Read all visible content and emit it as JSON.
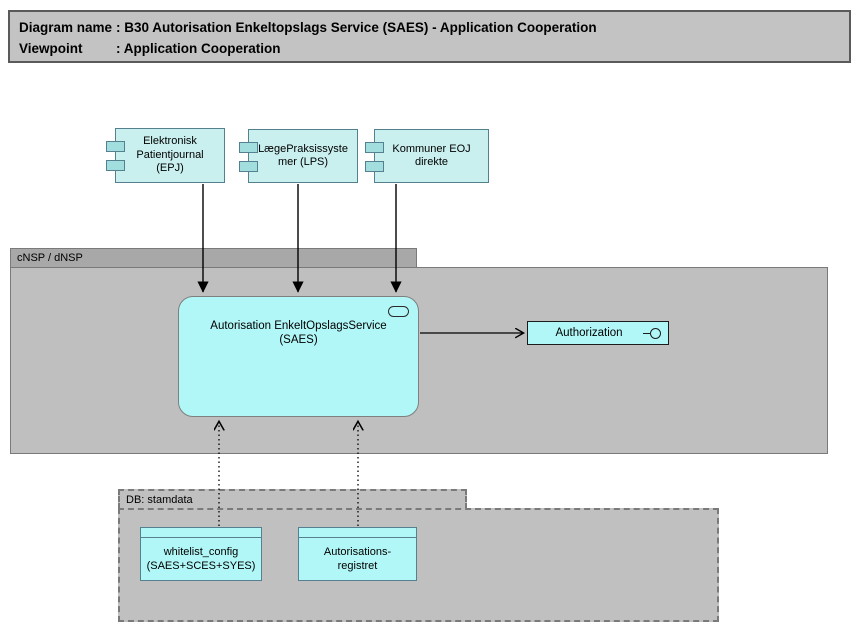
{
  "title_box": {
    "rows": [
      {
        "label": "Diagram name",
        "value": ": B30 Autorisation Enkeltopslags Service (SAES) - Application Cooperation"
      },
      {
        "label": "Viewpoint",
        "value": ": Application Cooperation"
      }
    ]
  },
  "components": [
    {
      "label": "Elektronisk\nPatientjournal\n(EPJ)"
    },
    {
      "label": "LægePraksissyste\nmer (LPS)"
    },
    {
      "label": "Kommuner EOJ\ndirekte"
    }
  ],
  "groups": {
    "cnsp": {
      "label": "cNSP / dNSP"
    },
    "db": {
      "label": "DB: stamdata"
    }
  },
  "service": {
    "label": "Autorisation EnkeltOpslagsService\n(SAES)"
  },
  "interface": {
    "label": "Authorization"
  },
  "data_objects": [
    {
      "label": "whitelist_config\n(SAES+SCES+SYES)"
    },
    {
      "label": "Autorisations-\nregistret"
    }
  ],
  "icons": {
    "component": "component-ports-icon",
    "service": "oval-service-icon",
    "interface": "lollipop-interface-icon"
  },
  "colors": {
    "component_fill": "#c9f0ef",
    "component_port_fill": "#a2dedd",
    "component_border": "#54808f",
    "service_fill": "#b2f7f7",
    "group_tab_fill": "#a8a8a8",
    "group_body_fill": "#bfbfbf",
    "title_fill": "#c3c3c3",
    "arrow_color": "#000000"
  }
}
